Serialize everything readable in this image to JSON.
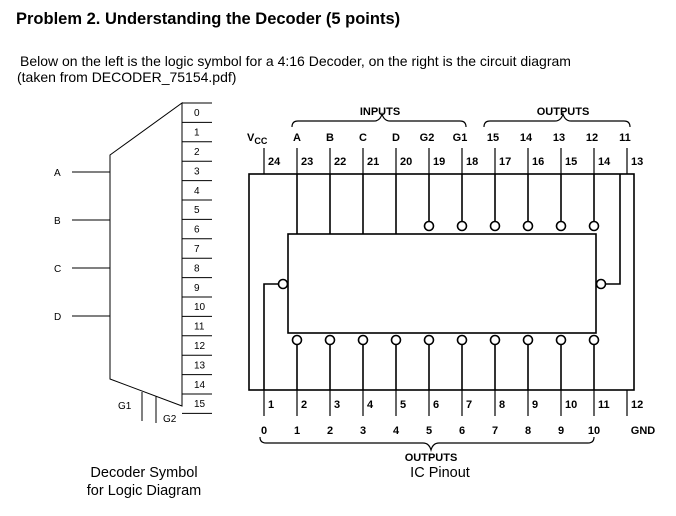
{
  "problem": {
    "title": "Problem 2. Understanding the Decoder (5 points)",
    "description_line1": "Below on the left is the logic symbol for a 4:16 Decoder, on the right is the circuit diagram",
    "description_line2": "(taken from DECODER_75154.pdf)"
  },
  "symbol": {
    "inputs": [
      "A",
      "B",
      "C",
      "D"
    ],
    "outputs": [
      "0",
      "1",
      "2",
      "3",
      "4",
      "5",
      "6",
      "7",
      "8",
      "9",
      "10",
      "11",
      "12",
      "13",
      "14",
      "15"
    ],
    "enables": [
      "G1",
      "G2"
    ],
    "caption_line1": "Decoder Symbol",
    "caption_line2": "for Logic Diagram"
  },
  "ic": {
    "vcc_main": "V",
    "vcc_sub": "CC",
    "inputs_header": "INPUTS",
    "outputs_header_top": "OUTPUTS",
    "outputs_header_bottom": "OUTPUTS",
    "top_signals": [
      "A",
      "B",
      "C",
      "D",
      "G2",
      "G1",
      "15",
      "14",
      "13",
      "12",
      "11"
    ],
    "top_pins": [
      "24",
      "23",
      "22",
      "21",
      "20",
      "19",
      "18",
      "17",
      "16",
      "15",
      "14",
      "13"
    ],
    "bottom_pins": [
      "1",
      "2",
      "3",
      "4",
      "5",
      "6",
      "7",
      "8",
      "9",
      "10",
      "11",
      "12"
    ],
    "bottom_signals": [
      "0",
      "1",
      "2",
      "3",
      "4",
      "5",
      "6",
      "7",
      "8",
      "9",
      "10",
      "GND"
    ],
    "caption": "IC Pinout"
  }
}
